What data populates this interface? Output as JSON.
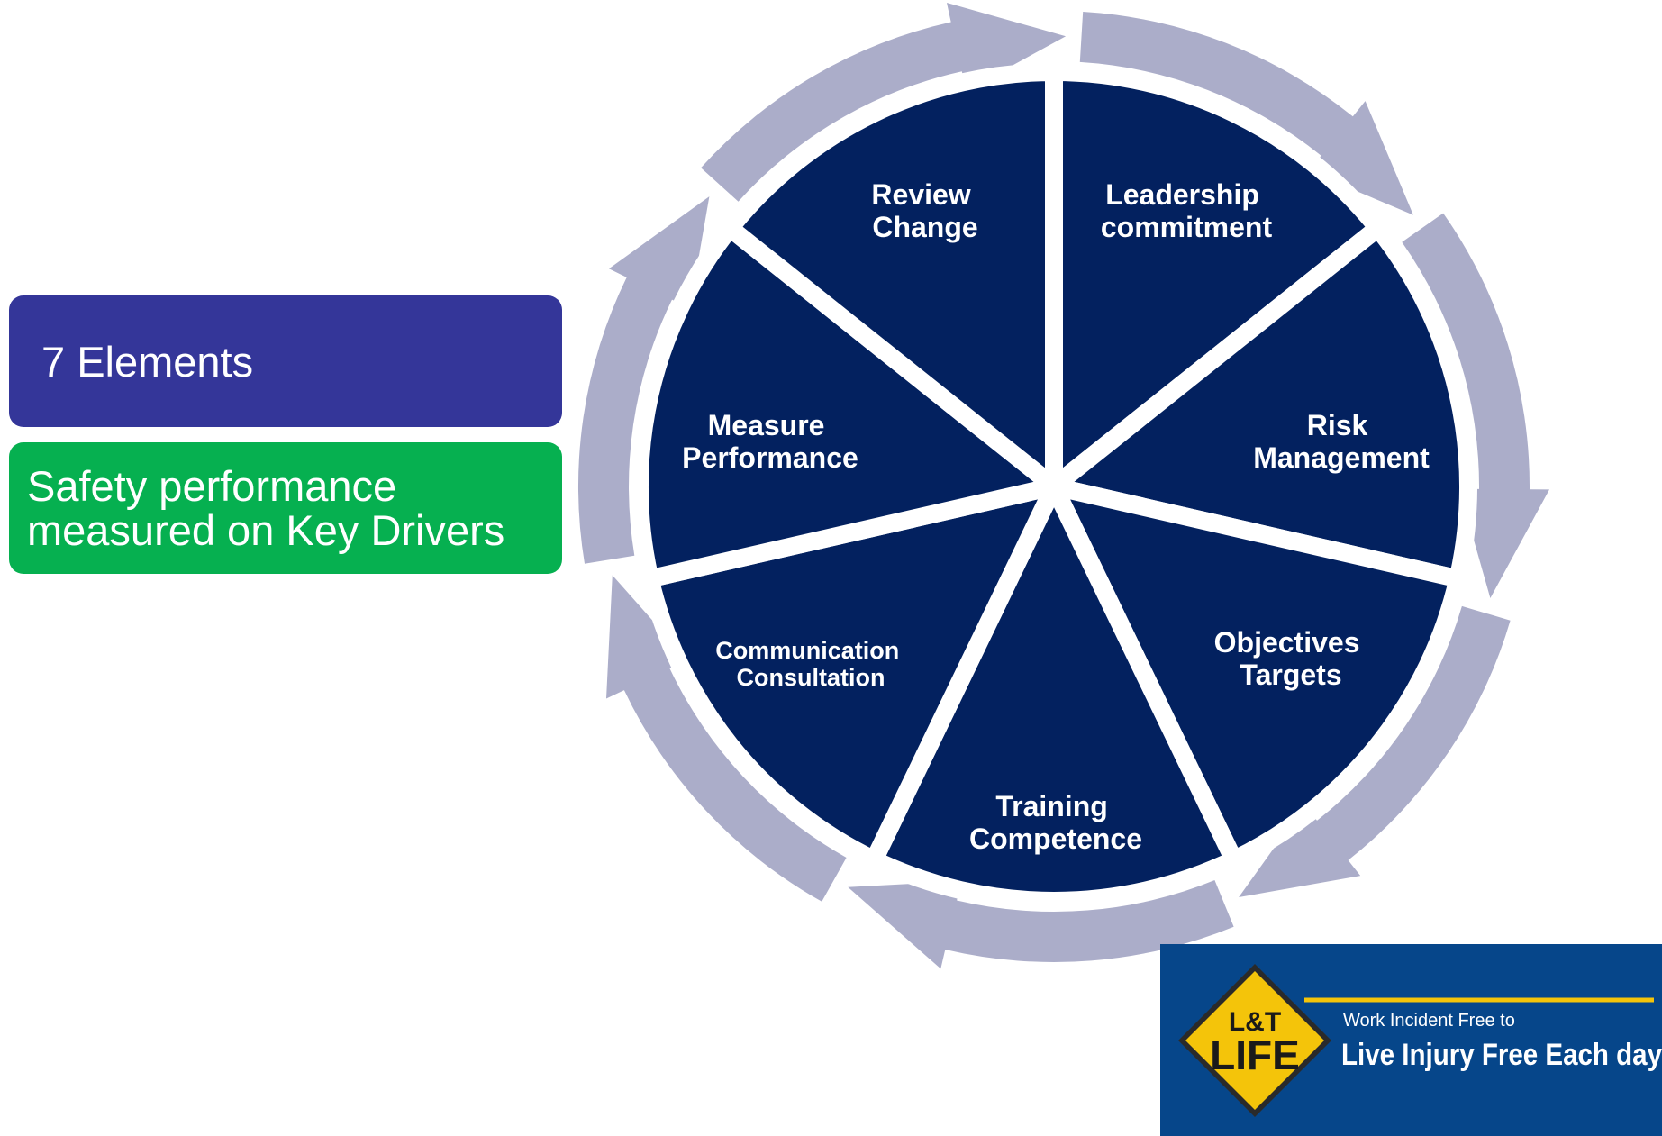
{
  "boxes": {
    "elements": "7 Elements",
    "drivers_line1": "Safety performance",
    "drivers_line2": "measured on Key Drivers"
  },
  "wheel": {
    "segments": [
      {
        "line1": "Leadership",
        "line2": "commitment"
      },
      {
        "line1": "Risk",
        "line2": "Management"
      },
      {
        "line1": "Objectives",
        "line2": "Targets"
      },
      {
        "line1": "Training",
        "line2": "Competence"
      },
      {
        "line1": "Communication",
        "line2": "Consultation"
      },
      {
        "line1": "Measure",
        "line2": "Performance"
      },
      {
        "line1": "Review",
        "line2": "Change"
      }
    ]
  },
  "logo": {
    "badge_top": "L&T",
    "badge_bottom": "LIFE",
    "tagline_small": "Work Incident Free to",
    "tagline_large": "Live Injury Free Each day"
  },
  "colors": {
    "segment_fill": "#03215f",
    "arrow_ring": "#abadc9",
    "elements_box": "#343699",
    "drivers_box": "#06b050",
    "logo_bg": "#06468a",
    "badge_yellow": "#f4c40a"
  }
}
